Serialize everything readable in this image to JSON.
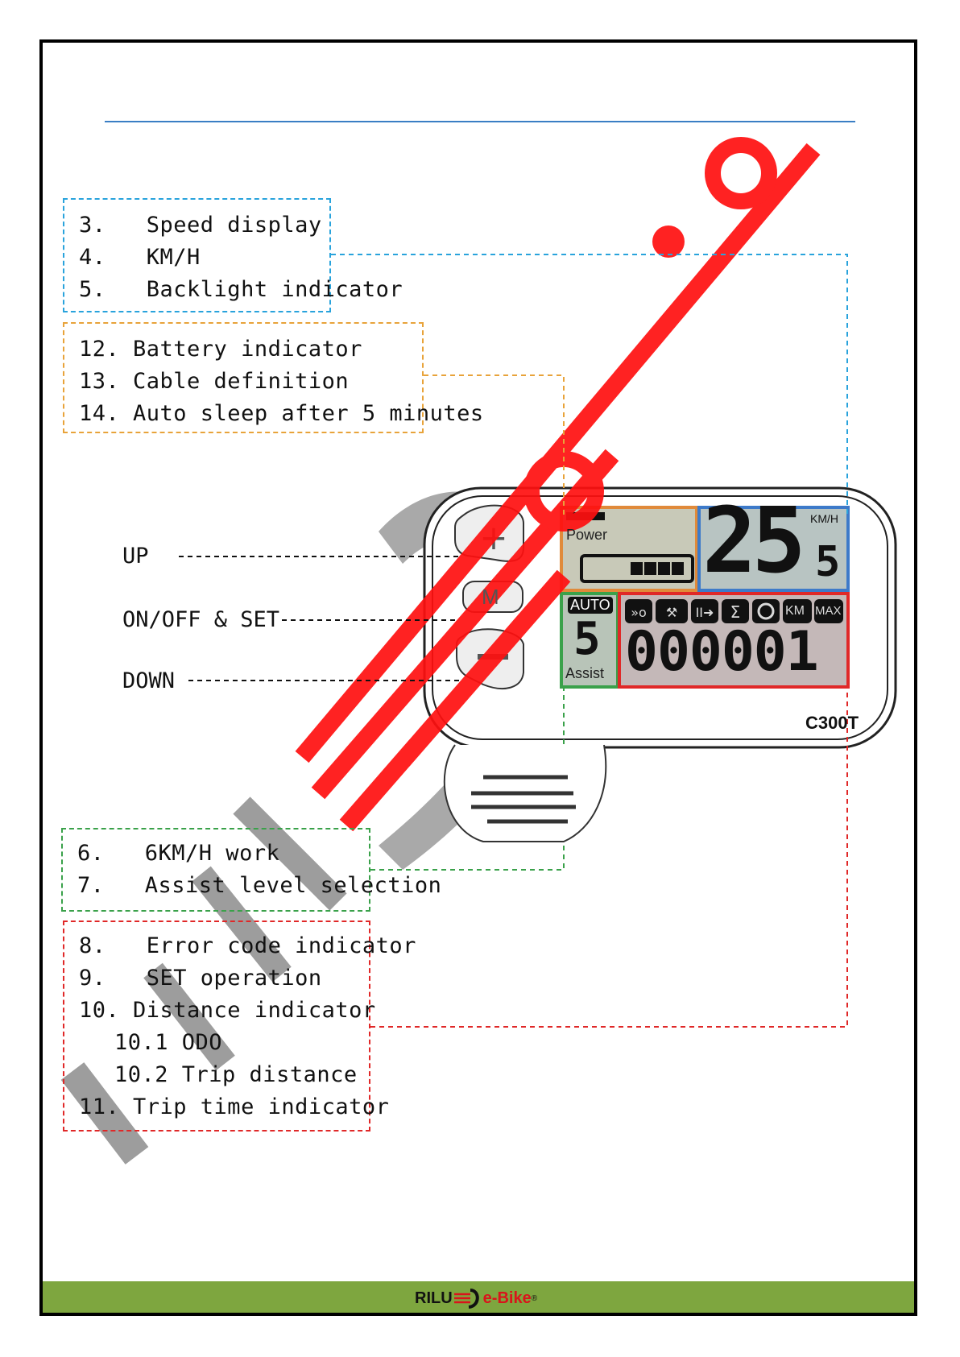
{
  "groups": {
    "blue": {
      "items": [
        "3.   Speed display",
        "4.   KM/H",
        "5.   Backlight indicator"
      ]
    },
    "orange": {
      "items": [
        "12. Battery indicator",
        "13. Cable definition",
        "14. Auto sleep after 5 minutes"
      ]
    },
    "green": {
      "items": [
        "6.   6KM/H work",
        "7.   Assist level selection"
      ]
    },
    "red": {
      "items": [
        "8.   Error code indicator",
        "9.   SET operation",
        "10. Distance indicator",
        "10.1 ODO",
        "10.2 Trip distance",
        "11. Trip time indicator"
      ]
    }
  },
  "buttons": {
    "up": "UP",
    "onoff": "ON/OFF & SET",
    "down": "DOWN",
    "m_key": "M"
  },
  "display": {
    "power_label": "Power",
    "speed": "25",
    "speed_decimal": "5",
    "speed_unit": "KM/H",
    "auto_label": "AUTO",
    "assist_level": "5",
    "assist_label": "Assist",
    "odometer": "000001",
    "icon_labels": [
      "KM",
      "MAX"
    ],
    "model": "C300T",
    "battery_segments_on": 4
  },
  "watermark": "RILU e-Bike",
  "footer": {
    "brand": "RILU",
    "ebike": "e-Bike",
    "reg": "®"
  },
  "colors": {
    "blue": "#29a3dc",
    "orange": "#e8a33a",
    "green": "#3aa14a",
    "red": "#e02828",
    "lcd_bg": "#b9c4b8",
    "footer": "#7ea63f"
  }
}
